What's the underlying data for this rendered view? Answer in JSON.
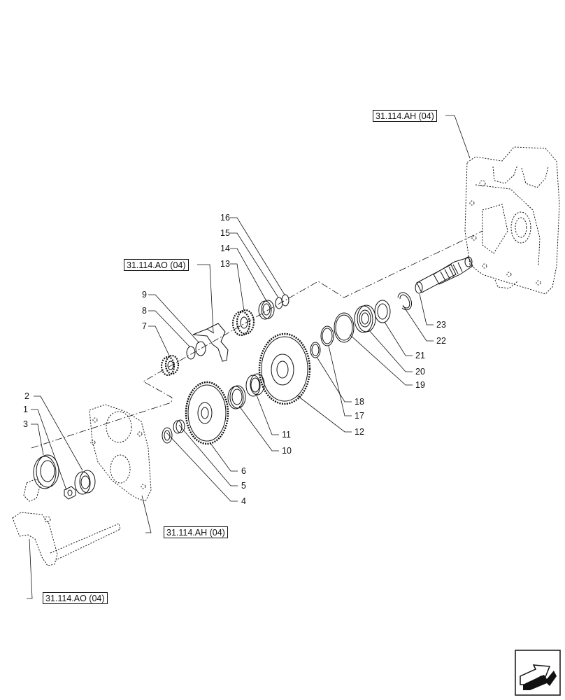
{
  "diagram": {
    "part_numbers": [
      "1",
      "2",
      "3",
      "4",
      "5",
      "6",
      "7",
      "8",
      "9",
      "10",
      "11",
      "12",
      "13",
      "14",
      "15",
      "16",
      "17",
      "18",
      "19",
      "20",
      "21",
      "22",
      "23"
    ],
    "references": {
      "top_right": "31.114.AH (04)",
      "mid_left": "31.114.AO (04)",
      "bottom_center": "31.114.AH (04)",
      "bottom_left": "31.114.AO (04)"
    },
    "nav_icon": "next-page-arrow-icon",
    "line_color": "#111111"
  }
}
